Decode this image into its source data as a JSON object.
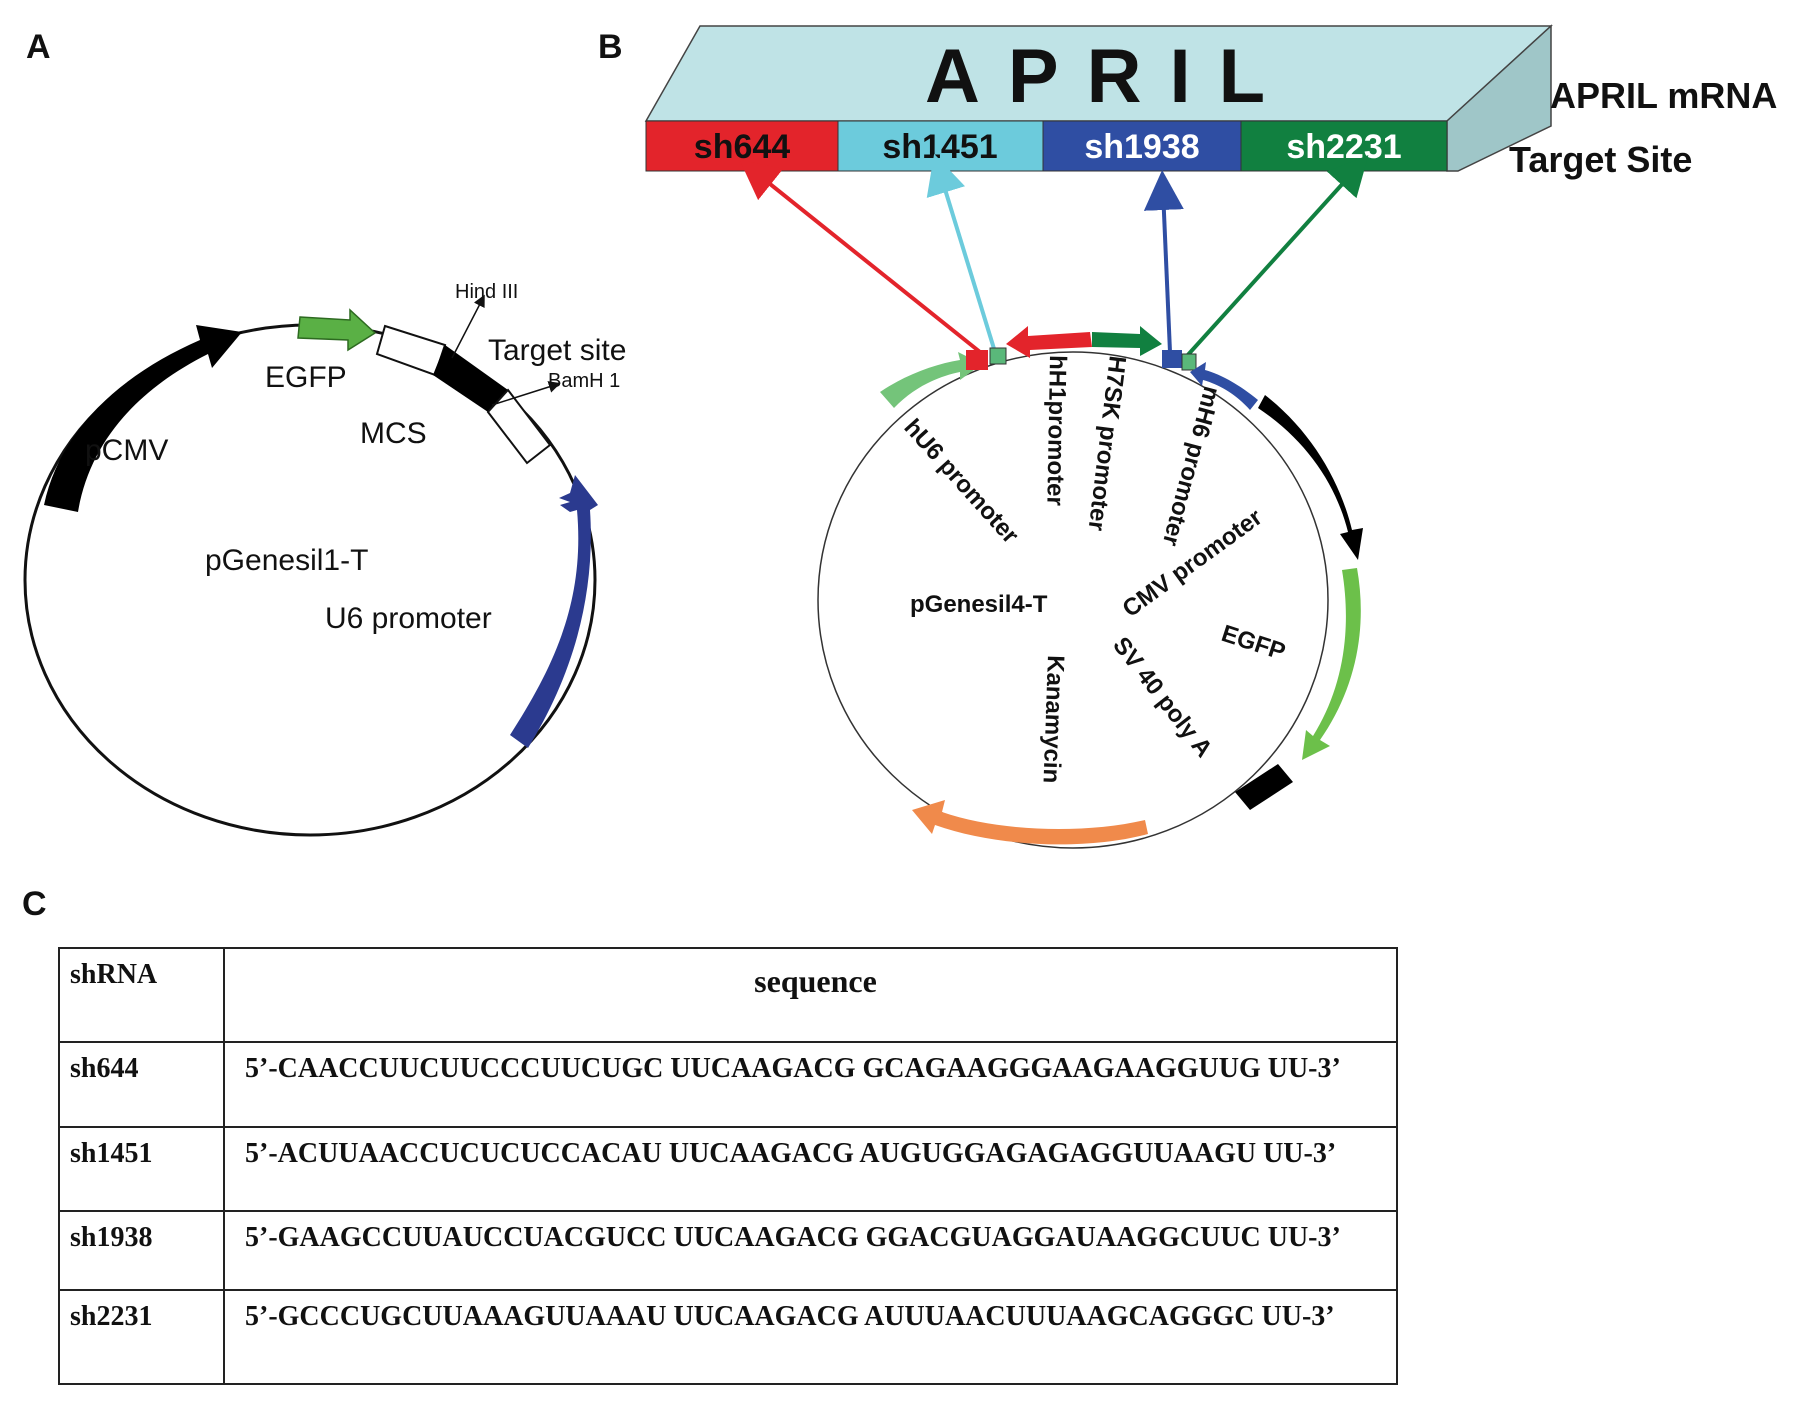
{
  "panel_a": {
    "letter": "A",
    "plasmid_name": "pGenesil1-T",
    "features": {
      "pcmv": "pCMV",
      "egfp": "EGFP",
      "mcs": "MCS",
      "target_site": "Target site",
      "hind3": "Hind III",
      "bamh1": "BamH 1",
      "u6": "U6 promoter"
    },
    "colors": {
      "pcmv": "#000000",
      "egfp": "#5ab045",
      "u6": "#2b3a8f"
    }
  },
  "panel_b": {
    "letter": "B",
    "mrna_gene": "APRIL",
    "mrna_label": "APRIL mRNA",
    "target_label": "Target Site",
    "segments": [
      {
        "name": "sh644",
        "color": "#e3242b"
      },
      {
        "name": "sh1451",
        "color": "#6ccbdc"
      },
      {
        "name": "sh1938",
        "color": "#2f4ea3"
      },
      {
        "name": "sh2231",
        "color": "#118040"
      }
    ],
    "plasmid_name": "pGenesil4-T",
    "features": {
      "hu6": "hU6 promoter",
      "hh1": "hH1promoter",
      "h7sk": "H7SK promoter",
      "mh6": "mH6 promoter",
      "cmv": "CMV promoter",
      "egfp": "EGFP",
      "sv40": "SV 40 poly A",
      "kan": "Kanamycin"
    },
    "colors": {
      "bar_top": "#bfe3e6",
      "bar_side": "#9fc6c8",
      "kan": "#f08a4b",
      "egfp": "#6cc04a",
      "hu6": "#74c47a"
    }
  },
  "panel_c": {
    "letter": "C",
    "headers": [
      "shRNA",
      "sequence"
    ],
    "rows": [
      {
        "name": "sh644",
        "seq": "5’-CAACCUUCUUCCCUUCUGC UUCAAGACG GCAGAAGGGAAGAAGGUUG UU-3’"
      },
      {
        "name": "sh1451",
        "seq": "5’-ACUUAACCUCUCUCCACAU UUCAAGACG AUGUGGAGAGAGGUUAAGU UU-3’"
      },
      {
        "name": "sh1938",
        "seq": "5’-GAAGCCUUAUCCUACGUCC UUCAAGACG GGACGUAGGAUAAGGCUUC UU-3’"
      },
      {
        "name": "sh2231",
        "seq": "5’-GCCCUGCUUAAAGUUAAAU UUCAAGACG AUUUAACUUUAAGCAGGGC UU-3’"
      }
    ]
  }
}
